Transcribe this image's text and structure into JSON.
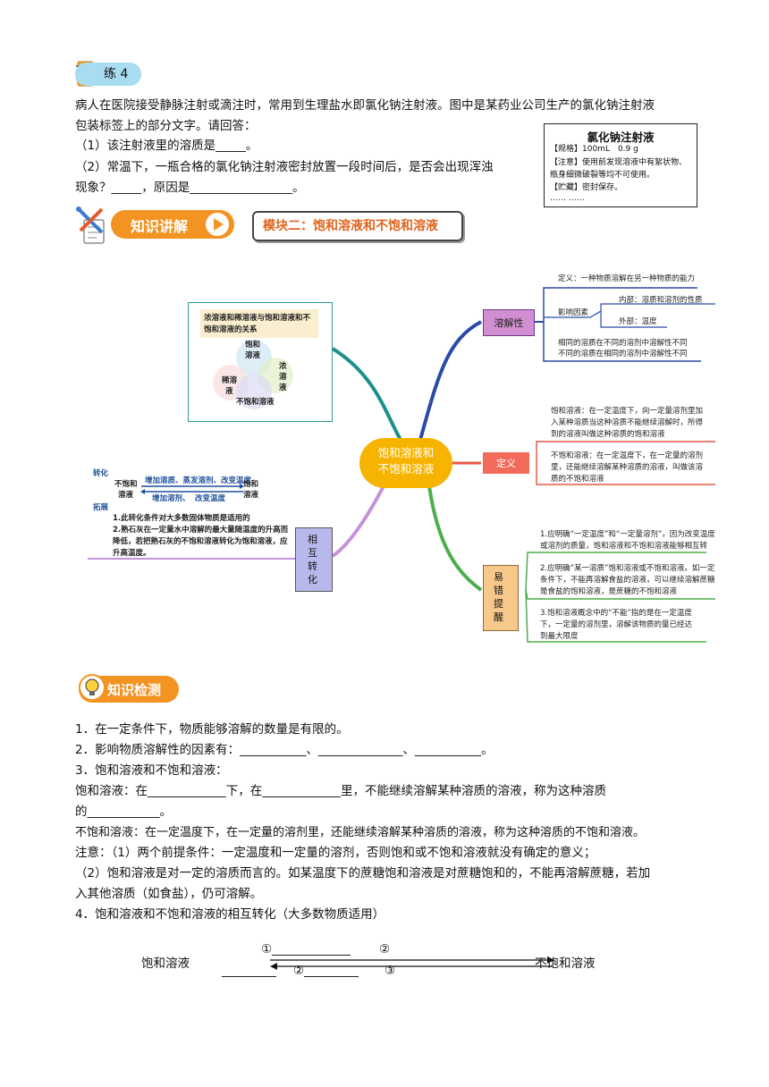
{
  "practice": {
    "badge": "练 4",
    "line1": "病人在医院接受静脉注射或滴注时，常用到生理盐水即氯化钠注射液。图中是某药业公司生产的氯化钠注射液",
    "line2": "包装标签上的部分文字。请回答：",
    "q1": "（1）该注射液里的溶质是_____。",
    "q2a": "（2）常温下，一瓶合格的氯化钠注射液密封放置一段时间后，是否会出现浑浊",
    "q2b": "现象？_____，原因是_________________。"
  },
  "label": {
    "title": "氯化钠注射液",
    "spec": "【规格】100mL　0.9 g",
    "note1": "【注意】使用前发现溶液中有絮状物、",
    "note2": "瓶身细微破裂等均不可使用。",
    "storage": "【贮藏】密封保存。",
    "dots": "……  ……"
  },
  "banner": {
    "title": "知识讲解",
    "module": "模块二：饱和溶液和不饱和溶液"
  },
  "mindmap": {
    "center": [
      "饱和溶液和",
      "不饱和溶液"
    ],
    "venn": {
      "title1": "浓溶液和稀溶液与饱和溶液和不",
      "title2": "饱和溶液的关系",
      "saturated": [
        "饱和",
        "溶液"
      ],
      "concentrated": [
        "浓",
        "溶",
        "液"
      ],
      "dilute": [
        "稀溶",
        "液"
      ],
      "unsaturated": "不饱和溶液"
    },
    "solubility": {
      "node": "溶解性",
      "definition": "定义：一种物质溶解在另一种物质的能力",
      "factors": "影响因素",
      "internal": "内部：溶质和溶剂的性质",
      "external": "外部：温度",
      "same1": "相同的溶质在不同的溶剂中溶解性不同",
      "same2": "不同的溶质在相同的溶剂中溶解性不同"
    },
    "definition": {
      "node": "定义",
      "sat": [
        "饱和溶液：在一定温度下，向一定量溶剂里加",
        "入某种溶质当这种溶质不能继续溶解时，所得",
        "到的溶液叫做这种溶质的饱和溶液"
      ],
      "unsat": [
        "不饱和溶液：在一定温度下，在一定量的溶剂",
        "里，还能继续溶解某种溶质的溶液，叫做该溶",
        "质的不饱和溶液"
      ]
    },
    "errors": {
      "node": [
        "易",
        "错",
        "提",
        "醒"
      ],
      "e1": [
        "1.应明确“一定温度”和“一定量溶剂”，因为改变温度",
        "或溶剂的质量，饱和溶液和不饱和溶液能够相互转"
      ],
      "e2": [
        "2.应明确“某一溶质”饱和溶液或不饱和溶液。如一定",
        "条件下，不能再溶解食盐的溶液，可以继续溶解蔗糖",
        "是食盐的饱和溶液，是蔗糖的不饱和溶液"
      ],
      "e3": [
        "3.饱和溶液概念中的“不能”指的是在一定温度",
        "下，一定量的溶剂里，溶解该物质的量已经达",
        "到最大限度"
      ]
    },
    "convert": {
      "node": [
        "相",
        "互",
        "转",
        "化"
      ],
      "heading": "转化",
      "left": [
        "不饱和",
        "溶液"
      ],
      "top": "增加溶质、蒸发溶剂、改变温度",
      "bottom1": "增加溶剂、",
      "bottom2": "改变温度",
      "right": [
        "饱和",
        "溶液"
      ],
      "ext": "拓展",
      "ext1": "1.此转化条件对大多数固体物质是适用的",
      "ext2": "2.熟石灰在一定量水中溶解的最大量随温度的升高而",
      "ext3": "降低，若把熟石灰的不饱和溶液转化为饱和溶液，应",
      "ext4": "升高温度。"
    }
  },
  "check": {
    "title": "知识检测",
    "l1": "1．在一定条件下，物质能够溶解的数量是有限的。",
    "l2": "2．影响物质溶解性的因素有：___________、______________、___________。",
    "l3": "3．饱和溶液和不饱和溶液：",
    "l4": "饱和溶液：在_____________下，在_____________里，不能继续溶解某种溶质的溶液，称为这种溶质",
    "l5": "的____________。",
    "l6": "不饱和溶液：在一定温度下，在一定量的溶剂里，还能继续溶解某种溶质的溶液，称为这种溶质的不饱和溶液。",
    "l7": "注意：（1）两个前提条件：一定温度和一定量的溶剂，否则饱和或不饱和溶液就没有确定的意义；",
    "l8": "（2）饱和溶液是对一定的溶质而言的。如某温度下的蔗糖饱和溶液是对蔗糖饱和的，不能再溶解蔗糖，若加",
    "l9": "入其他溶质（如食盐），仍可溶解。",
    "l10": "4．饱和溶液和不饱和溶液的相互转化（大多数物质适用）"
  },
  "conversion": {
    "left": "饱和溶液",
    "right": "不饱和溶液",
    "top1": "①_____________",
    "top2": "②",
    "bottom0": "_________",
    "bottom1": "②_________",
    "bottom2": "③"
  },
  "colors": {
    "center": "#f6b400",
    "solubility": "#c77dc6",
    "definition": "#f26a5a",
    "errors": "#f0c080",
    "convert": "#b4b4e8",
    "venn_border": "#2a9c8c"
  }
}
